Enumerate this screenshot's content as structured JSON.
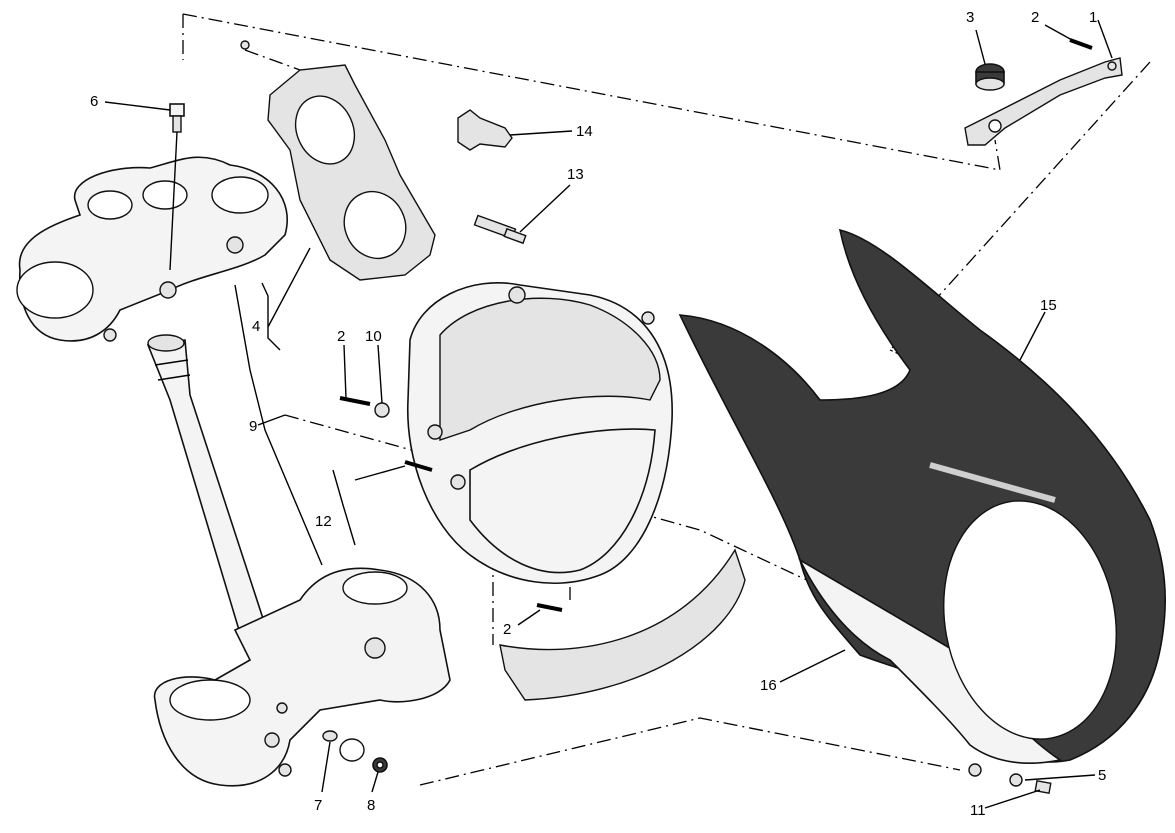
{
  "callouts": {
    "c1": "1",
    "c2a": "2",
    "c3": "3",
    "c6": "6",
    "c14": "14",
    "c13": "13",
    "c15": "15",
    "c4": "4",
    "c2b": "2",
    "c10": "10",
    "c9": "9",
    "c12": "12",
    "c2c": "2",
    "c16": "16",
    "c7": "7",
    "c8": "8",
    "c5": "5",
    "c11": "11"
  }
}
